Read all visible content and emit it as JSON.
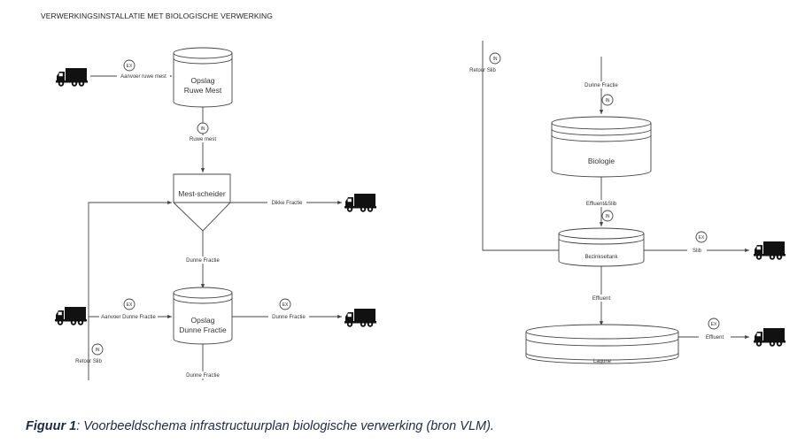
{
  "title": "VERWERKINGSINSTALLATIE MET BIOLOGISCHE VERWERKING",
  "tanks": {
    "opslag_ruwe_mest": [
      "Opslag",
      "Ruwe Mest"
    ],
    "mest_scheider": "Mest-scheider",
    "opslag_dunne_fractie": [
      "Opslag",
      "Dunne Fractie"
    ],
    "biologie": "Biologie",
    "bezinkseltank": "Bezinkseltank",
    "lagune": "Lagune"
  },
  "flows": {
    "aanvoer_ruwe_mest": "Aanvoer ruwe mest",
    "ruwe_mest": "Ruwe mest",
    "dikke_fractie": "Dikke Fractie",
    "dunne_fractie_1": "Dunne Fractie",
    "aanvoer_dunne_fractie": "Aanvoer Dunne Fractie",
    "dunne_fractie_out": "Dunne Fractie",
    "dunne_fractie_bottom": "Dunne Fractie",
    "retour_slib_left": "Retour Slib",
    "retour_slib_right": "Retour Slib",
    "dunne_fractie_in": "Dunne Fractie",
    "effluent_slib": "Effluent&Slib",
    "slib": "Slib",
    "effluent_1": "Effluent",
    "effluent_2": "Effluent"
  },
  "tags": {
    "ex": "EX",
    "in": "IN"
  },
  "icons": {
    "truck": "truck-icon",
    "tag": "measurement-tag-icon"
  },
  "caption": {
    "label": "Figuur 1",
    "text": ": Voorbeeldschema infrastructuurplan biologische verwerking (bron VLM)."
  }
}
